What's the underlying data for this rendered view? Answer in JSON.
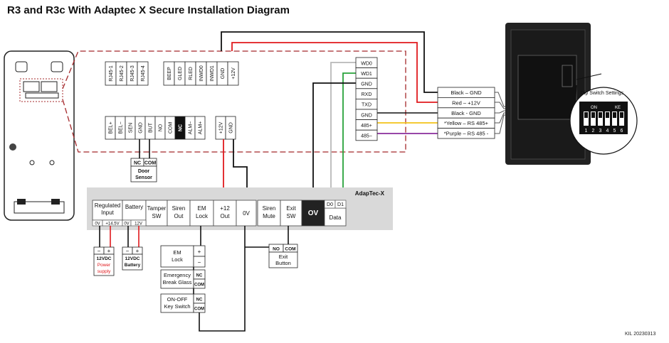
{
  "title": "R3 and R3c With Adaptec X Secure Installation Diagram",
  "doc_code": "KIL 20230313",
  "reader_top_terminals": [
    "RJ45-1",
    "RJ45-2",
    "RJ45-3",
    "RJ45-4",
    "BEEP",
    "GLED",
    "RLED",
    "INWD0",
    "INWD1",
    "GND",
    "+12V"
  ],
  "reader_bottom_terminals": [
    "BEL+",
    "BEL−",
    "SEN",
    "GND",
    "BUT",
    "NO",
    "COM",
    "NC",
    "ALM−",
    "ALM+",
    "+12V",
    "GND"
  ],
  "door_sensor": {
    "terminals": [
      "NC",
      "COM"
    ],
    "label_line1": "Door",
    "label_line2": "Sensor"
  },
  "wiegand_block": [
    "WD0",
    "WD1",
    "GND",
    "RXD",
    "TXD",
    "GND",
    "485+",
    "485−"
  ],
  "wire_labels": [
    "Black – GND",
    "Red – +12V",
    "Black - GND",
    "*Yellow – RS 485+",
    "*Purple – RS 485 -"
  ],
  "dip_switch": {
    "title": "Dip Switch Settings",
    "on_label": "ON",
    "ke_label": "KE",
    "numbers": [
      "1",
      "2",
      "3",
      "4",
      "5",
      "6"
    ]
  },
  "adaptec": {
    "name": "AdapTec-X",
    "terminals": [
      {
        "line1": "Regulated",
        "line2": "Input"
      },
      {
        "line1": "Battery",
        "line2": ""
      },
      {
        "line1": "Tamper",
        "line2": "SW"
      },
      {
        "line1": "Siren",
        "line2": "Out"
      },
      {
        "line1": "EM",
        "line2": "Lock"
      },
      {
        "line1": "+12",
        "line2": "Out"
      },
      {
        "line1": "0V",
        "line2": ""
      },
      {
        "line1": "Siren",
        "line2": "Mute"
      },
      {
        "line1": "Exit",
        "line2": "SW"
      },
      {
        "line1": "OV",
        "line2": ""
      },
      {
        "line1": "Data",
        "line2": ""
      }
    ],
    "sub_labels": [
      "0V",
      "+14.5V",
      "0V",
      "12V",
      "D0",
      "D1"
    ]
  },
  "power_supply": {
    "polarity": [
      "−",
      "+"
    ],
    "line1": "12VDC",
    "line2": "Power",
    "line3": "supply"
  },
  "battery": {
    "polarity": [
      "−",
      "+"
    ],
    "line1": "12VDC",
    "line2": "Battery"
  },
  "em_lock": {
    "line1": "EM",
    "line2": "Lock",
    "polarity": [
      "+",
      "−"
    ]
  },
  "break_glass": {
    "line1": "Emergency",
    "line2": "Break Glass",
    "terminals": [
      "NC",
      "COM"
    ]
  },
  "key_switch": {
    "line1": "ON-OFF",
    "line2": "Key Switch",
    "terminals": [
      "NC",
      "COM"
    ]
  },
  "exit_button": {
    "terminals": [
      "NO",
      "COM"
    ],
    "line1": "Exit",
    "line2": "Button"
  },
  "colors": {
    "red": "#e0191d",
    "dashed_red": "#a4282b",
    "yellow": "#f3c318",
    "purple": "#8a2d9c",
    "green": "#27a23a",
    "grey": "#b8b8b8",
    "panel": "#d9d9d9"
  }
}
